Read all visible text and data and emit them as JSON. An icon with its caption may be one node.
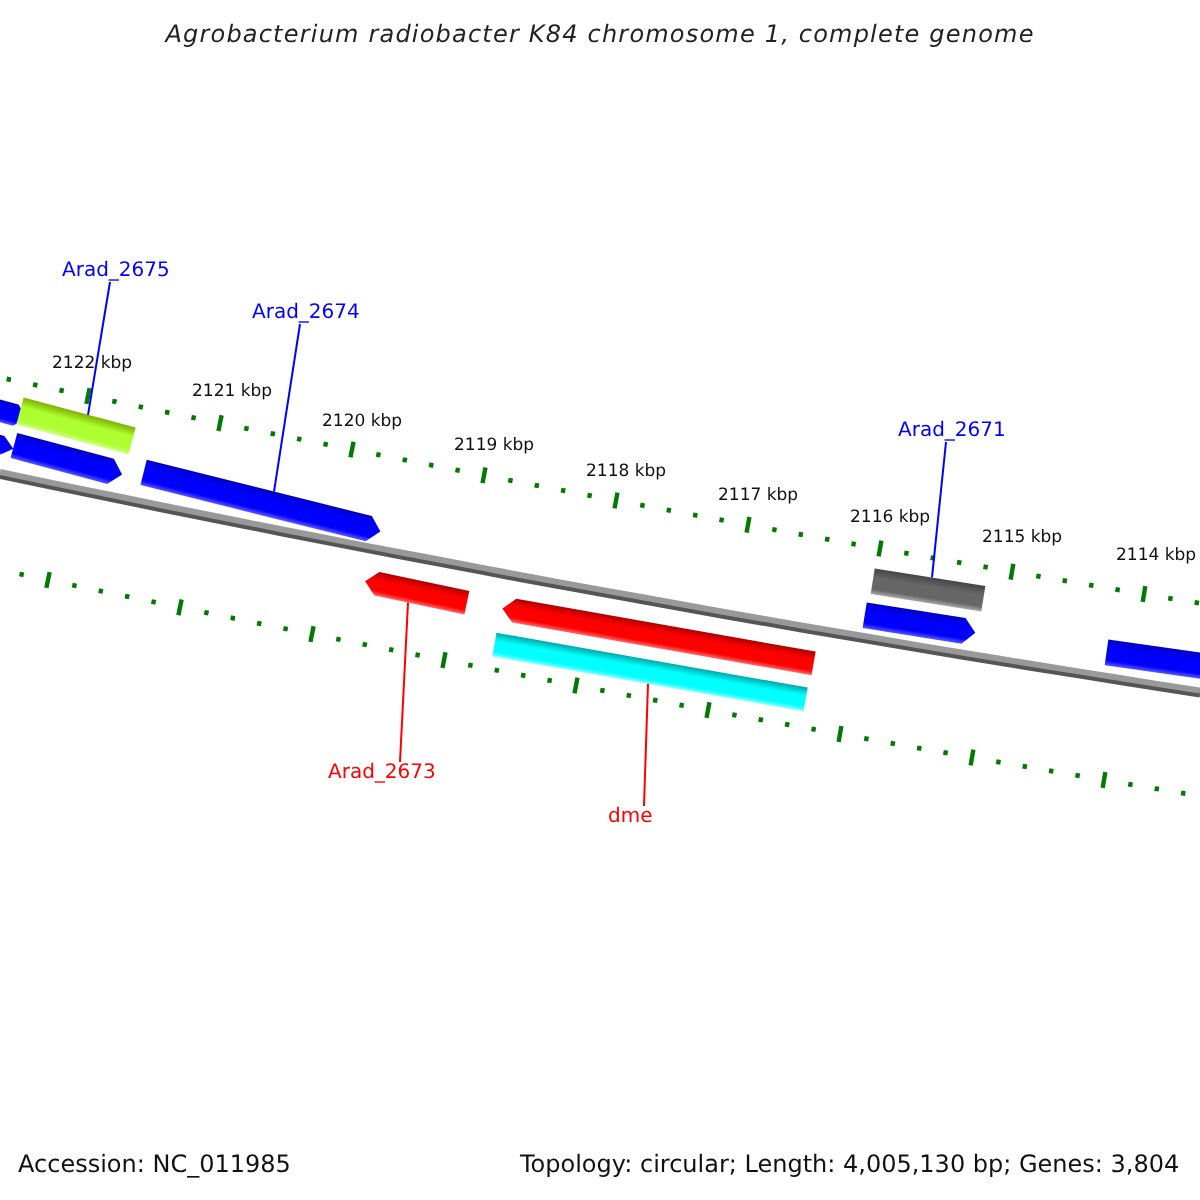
{
  "diagram": {
    "title": "Agrobacterium radiobacter K84 chromosome 1, complete genome",
    "nodes": [
      {
        "text": [
          "Arad_2675"
        ]
      },
      {
        "text": [
          "Arad_2674"
        ]
      },
      {
        "text": [
          "Arad_2671"
        ]
      },
      {
        "text": [
          "Arad_2673"
        ]
      },
      {
        "text": [
          "dme"
        ]
      },
      {
        "text": [],
        "shape": "bar"
      },
      {
        "text": [],
        "shape": "bar"
      },
      {
        "text": [],
        "shape": "bar"
      },
      {
        "text": [],
        "shape": "bar"
      },
      {
        "text": [],
        "shape": "bar"
      },
      {
        "text": [],
        "shape": "bar"
      },
      {
        "text": [],
        "shape": "bar"
      },
      {
        "text": [],
        "shape": "bar"
      },
      {
        "text": [],
        "shape": "bar"
      },
      {
        "text": [],
        "shape": "bar"
      },
      {
        "text": [],
        "shape": "bar"
      }
    ],
    "edges": [
      {
        "from": 0,
        "to": 7,
        "arrow": "none"
      },
      {
        "from": 1,
        "to": 9,
        "arrow": "none"
      },
      {
        "from": 2,
        "to": 13,
        "arrow": "none"
      },
      {
        "from": 3,
        "to": 10,
        "arrow": "none",
        "color": "#ff0000"
      },
      {
        "from": 4,
        "to": 12,
        "arrow": "none",
        "color": "#ff0000"
      }
    ],
    "labels": [
      "2122 kbp",
      "2121 kbp",
      "2120 kbp",
      "2119 kbp",
      "2118 kbp",
      "2117 kbp",
      "2116 kbp",
      "2115 kbp",
      "2114 kbp",
      "Accession: NC_011985",
      "Topology: circular; Length: 4,005,130 bp; Genes: 3,804"
    ]
  }
}
